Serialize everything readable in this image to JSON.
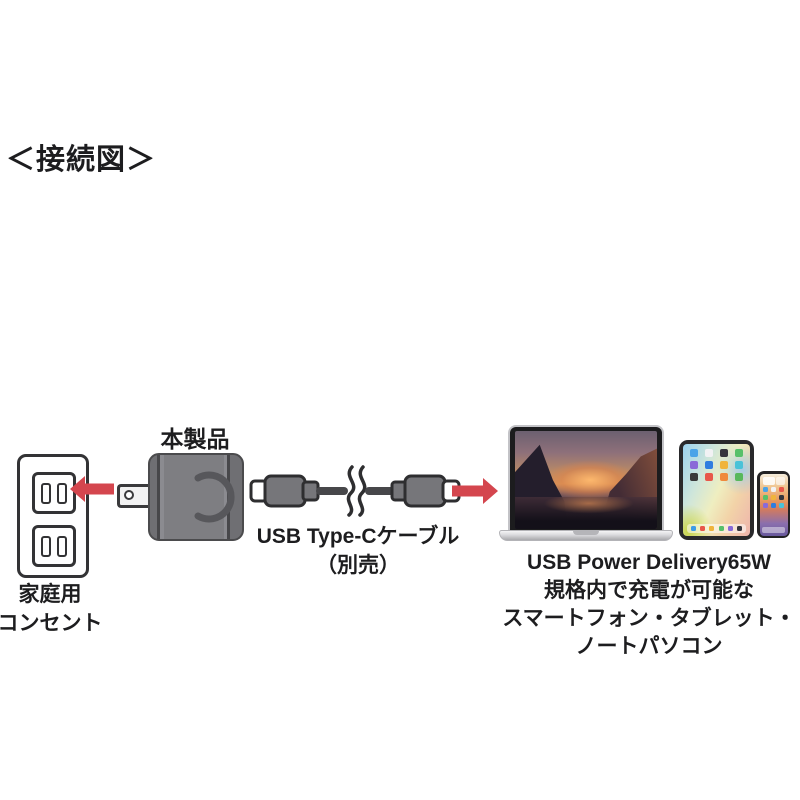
{
  "title": "＜接続図＞",
  "outlet": {
    "label": [
      "家庭用",
      "コンセント"
    ]
  },
  "adapter": {
    "label": "本製品"
  },
  "cable": {
    "label": [
      "USB Type-Cケーブル",
      "（別売）"
    ]
  },
  "devices": {
    "caption": [
      "USB Power Delivery65W",
      "規格内で充電が可能な",
      "スマートフォン・タブレット・",
      "ノートパソコン"
    ]
  },
  "icons": {
    "arrow_left": "red-arrow-pointing-left",
    "arrow_right": "red-arrow-pointing-right",
    "break_marks": "cable-break-squiggle"
  },
  "colors": {
    "arrow_red": "#d4464e",
    "outline_dark": "#333335",
    "adapter_gray": "#7e7e82",
    "text": "#1d1d1f",
    "background": "#ffffff"
  }
}
